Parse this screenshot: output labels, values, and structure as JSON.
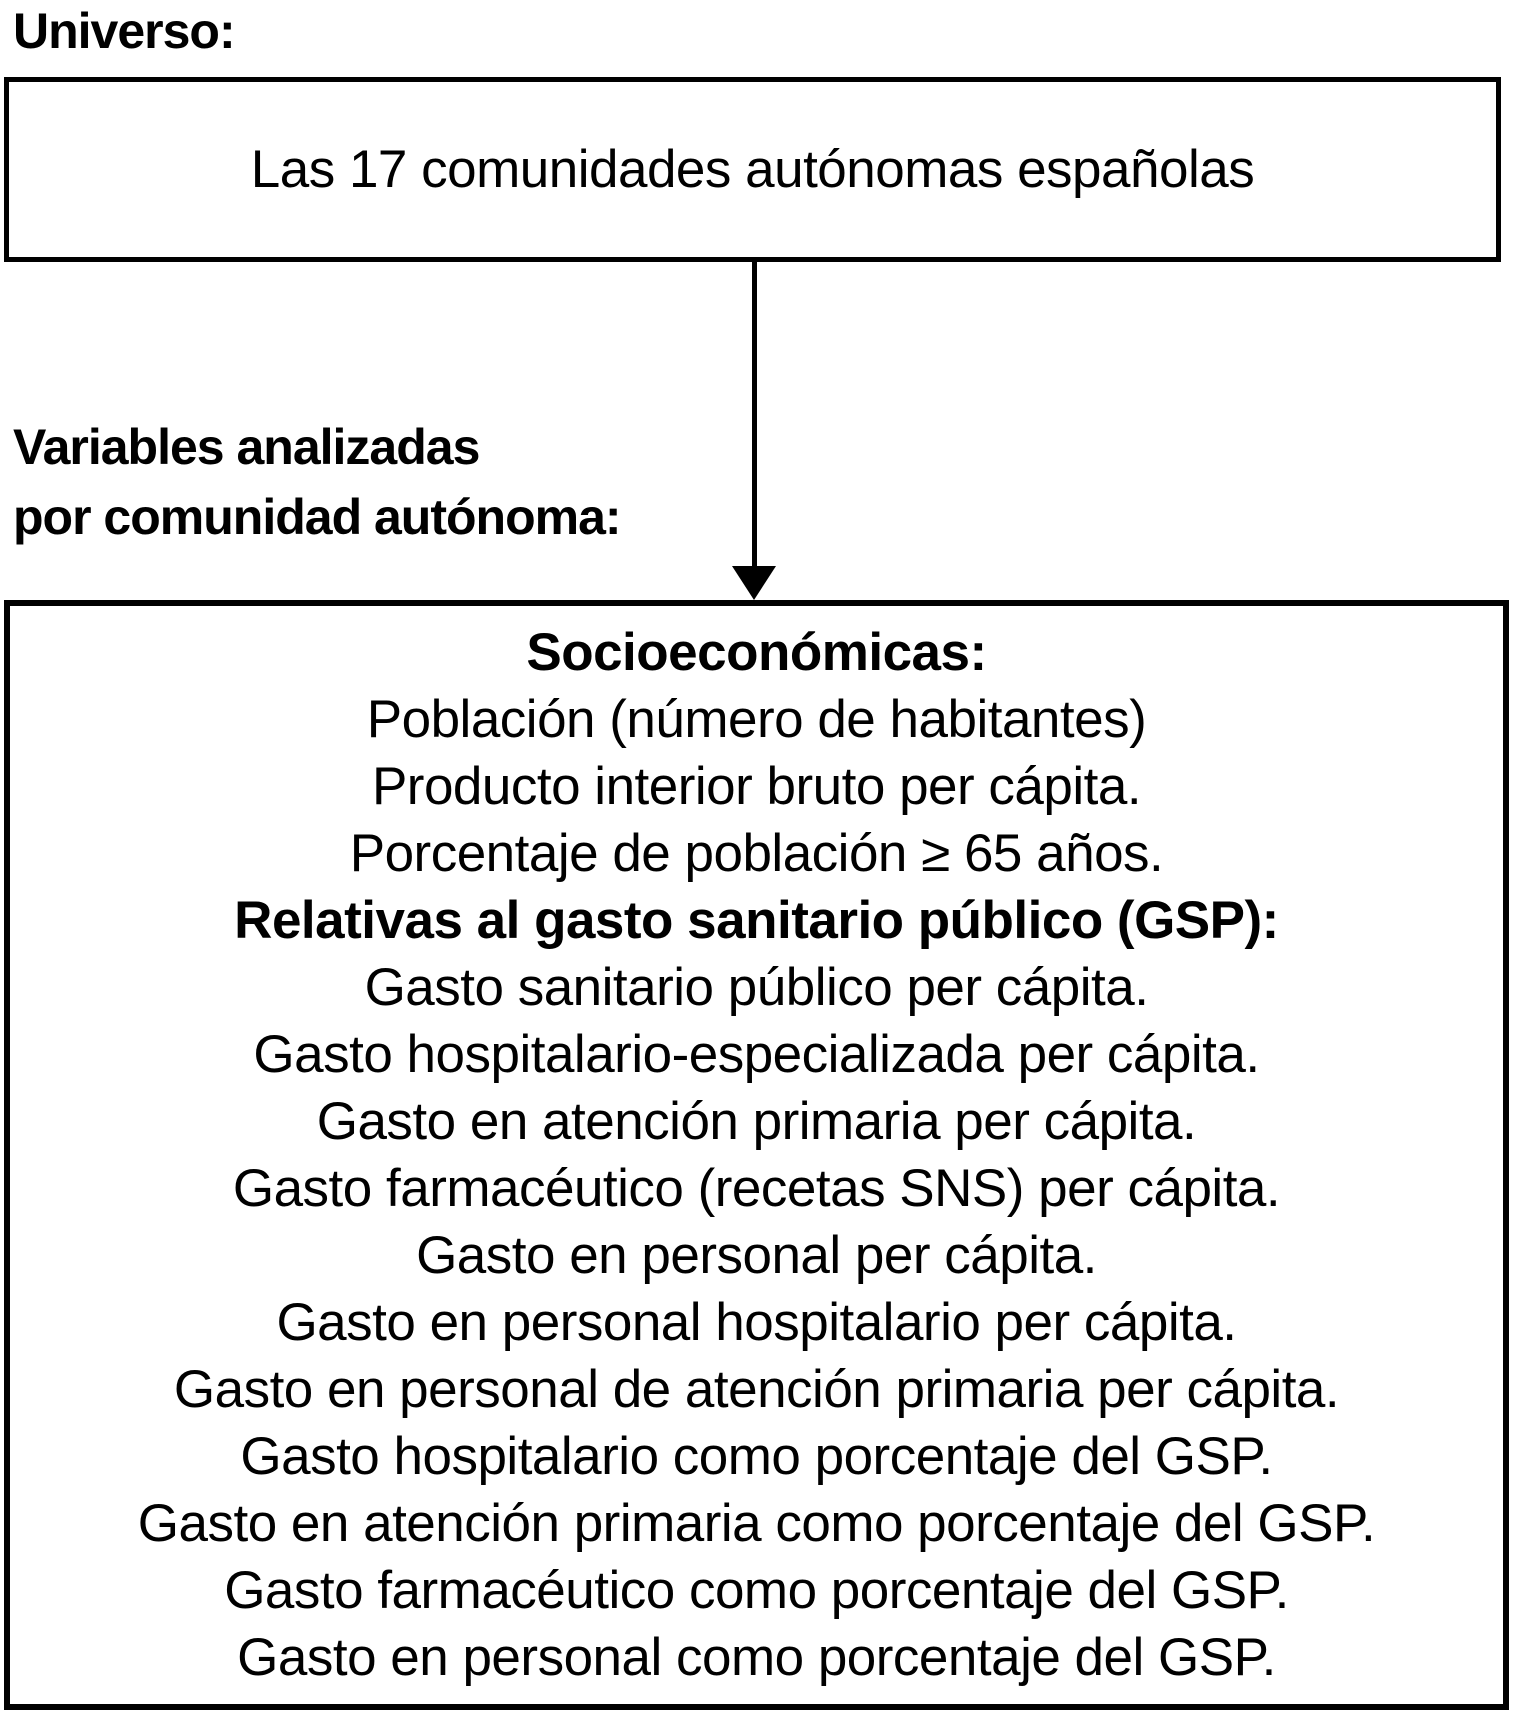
{
  "colors": {
    "ink": "#000000",
    "background": "#ffffff"
  },
  "universe": {
    "label": "Universo:",
    "box_text": "Las 17 comunidades autónomas españolas"
  },
  "variables": {
    "label_line1": "Variables analizadas",
    "label_line2": "por comunidad autónoma:",
    "box_lines": [
      {
        "text": "Socioeconómicas:",
        "bold": true
      },
      {
        "text": "Población (número de habitantes)",
        "bold": false
      },
      {
        "text": "Producto interior bruto per cápita.",
        "bold": false
      },
      {
        "text": "Porcentaje de población ≥ 65 años.",
        "bold": false
      },
      {
        "text": "Relativas al gasto sanitario público (GSP):",
        "bold": true
      },
      {
        "text": "Gasto sanitario público per cápita.",
        "bold": false
      },
      {
        "text": "Gasto hospitalario-especializada per cápita.",
        "bold": false
      },
      {
        "text": "Gasto en atención primaria per cápita.",
        "bold": false
      },
      {
        "text": "Gasto farmacéutico (recetas SNS) per cápita.",
        "bold": false
      },
      {
        "text": "Gasto en personal per cápita.",
        "bold": false
      },
      {
        "text": "Gasto en personal hospitalario per cápita.",
        "bold": false
      },
      {
        "text": "Gasto en personal de atención primaria per cápita.",
        "bold": false
      },
      {
        "text": "Gasto hospitalario como porcentaje del GSP.",
        "bold": false
      },
      {
        "text": "Gasto en atención primaria como porcentaje del GSP.",
        "bold": false
      },
      {
        "text": "Gasto farmacéutico como porcentaje del GSP.",
        "bold": false
      },
      {
        "text": "Gasto en personal como porcentaje del GSP.",
        "bold": false
      }
    ]
  }
}
